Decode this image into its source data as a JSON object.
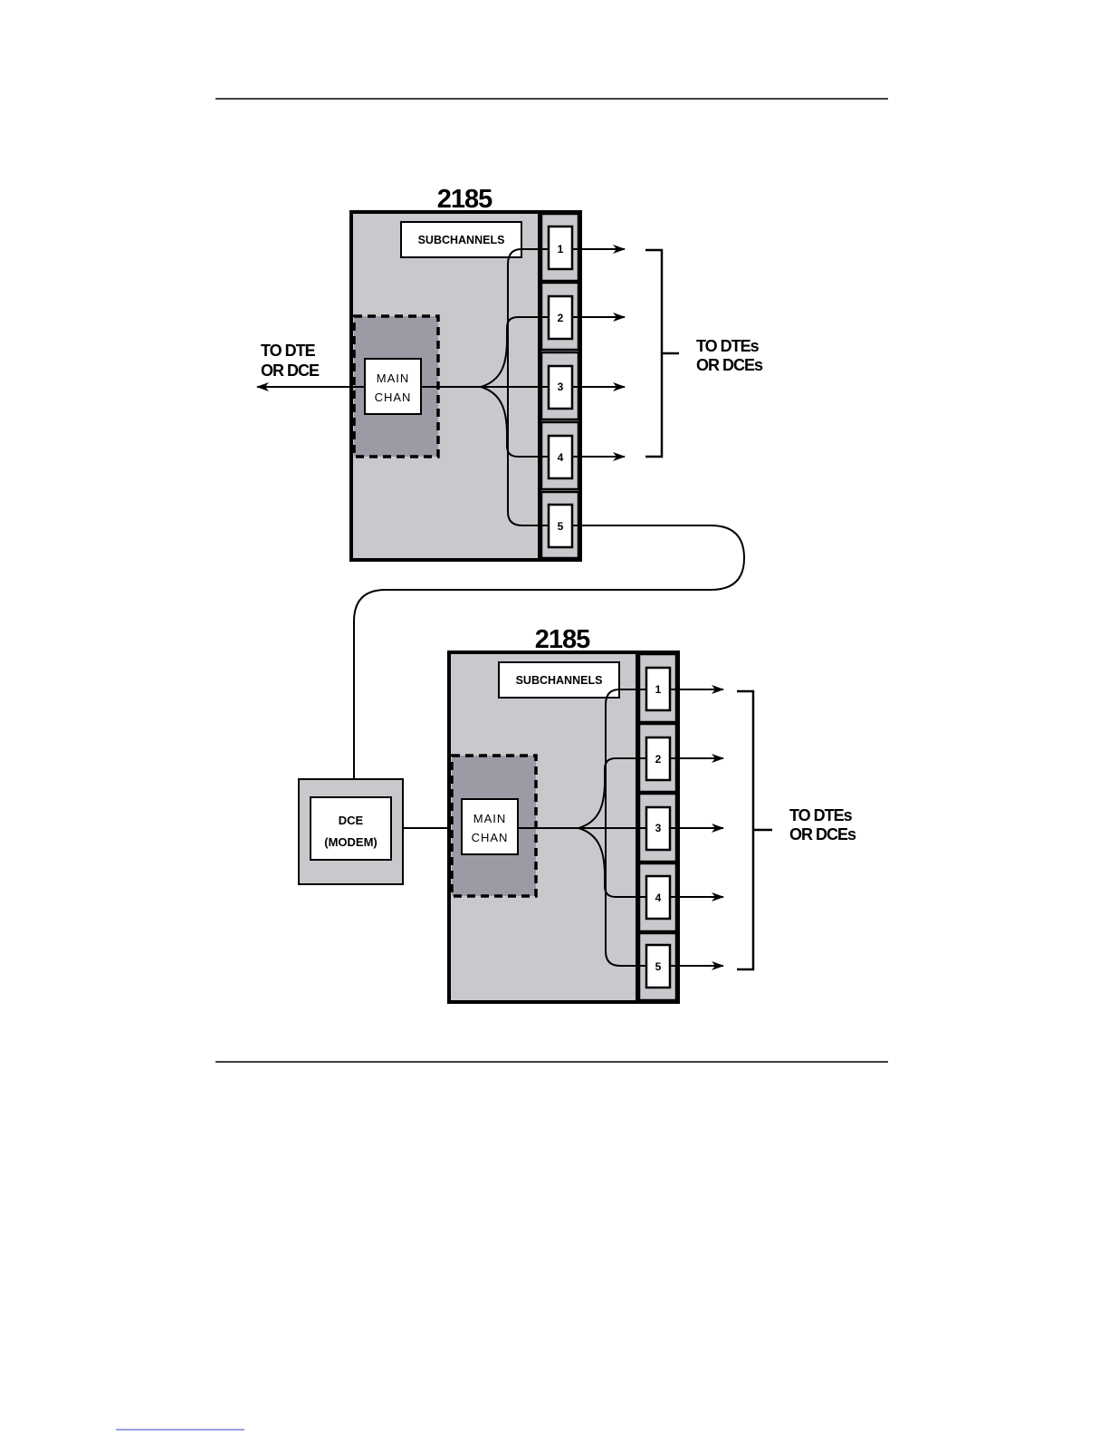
{
  "unit_top": {
    "title": "2185",
    "subchannels_label": "SUBCHANNELS",
    "main_chan_line1": "MAIN",
    "main_chan_line2": "CHAN",
    "ports": [
      "1",
      "2",
      "3",
      "4",
      "5"
    ],
    "left_label_line1": "TO DTE",
    "left_label_line2": "OR DCE",
    "right_label_line1": "TO DTEs",
    "right_label_line2": "OR DCEs"
  },
  "unit_bottom": {
    "title": "2185",
    "subchannels_label": "SUBCHANNELS",
    "main_chan_line1": "MAIN",
    "main_chan_line2": "CHAN",
    "ports": [
      "1",
      "2",
      "3",
      "4",
      "5"
    ],
    "right_label_line1": "TO DTEs",
    "right_label_line2": "OR DCEs"
  },
  "dce": {
    "line1": "DCE",
    "line2": "(MODEM)"
  },
  "colors": {
    "chassis_fill": "#c8c9cc",
    "main_chan_fill": "#9a9ba5",
    "outline": "#000000"
  }
}
